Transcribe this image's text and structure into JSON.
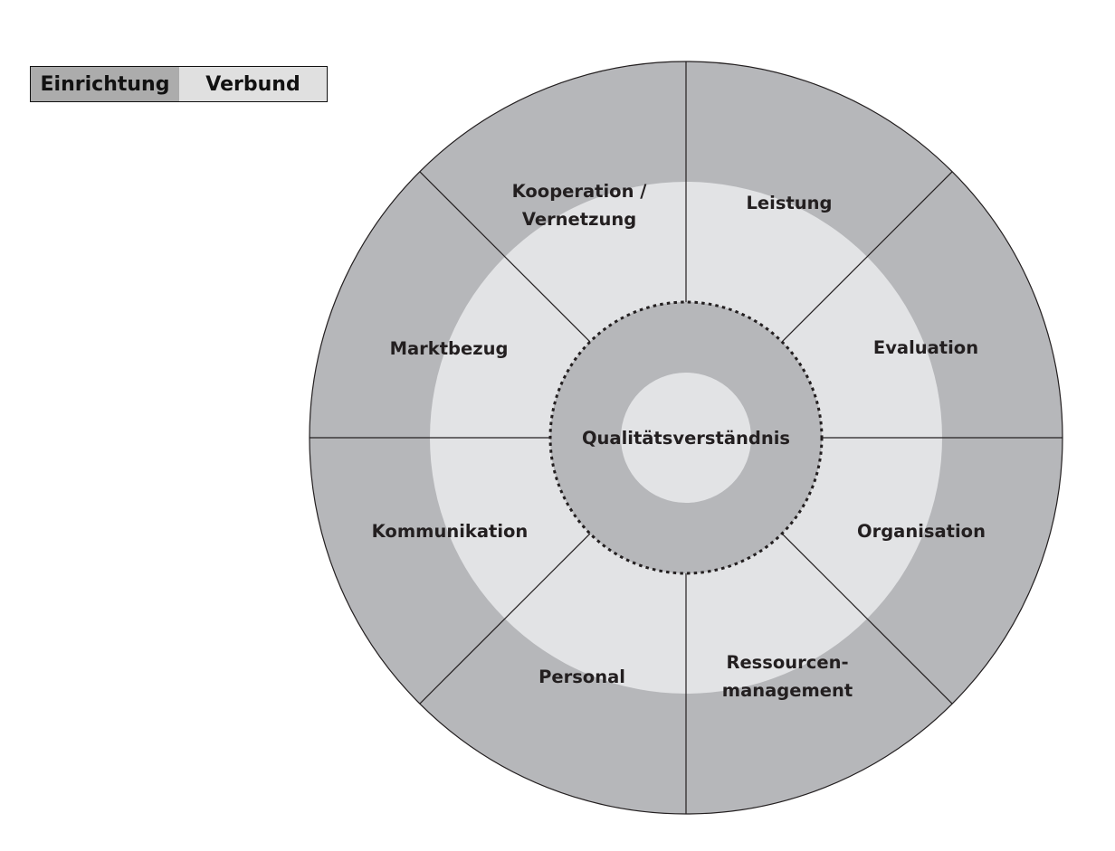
{
  "legend": {
    "primary": "Einrichtung",
    "secondary": "Verbund"
  },
  "colors": {
    "outer_ring": "#b6b7ba",
    "middle_ring": "#e2e3e5",
    "core_ring": "#b6b7ba",
    "center": "#e2e3e5",
    "lines": "#231f20"
  },
  "center_label": "Qualitätsverständnis",
  "segments": [
    {
      "lines": [
        "Kooperation /",
        "Vernetzung"
      ]
    },
    {
      "lines": [
        "Leistung"
      ]
    },
    {
      "lines": [
        "Evaluation"
      ]
    },
    {
      "lines": [
        "Organisation"
      ]
    },
    {
      "lines": [
        "Ressourcen-",
        "management"
      ]
    },
    {
      "lines": [
        "Personal"
      ]
    },
    {
      "lines": [
        "Kommunikation"
      ]
    },
    {
      "lines": [
        "Marktbezug"
      ]
    }
  ]
}
